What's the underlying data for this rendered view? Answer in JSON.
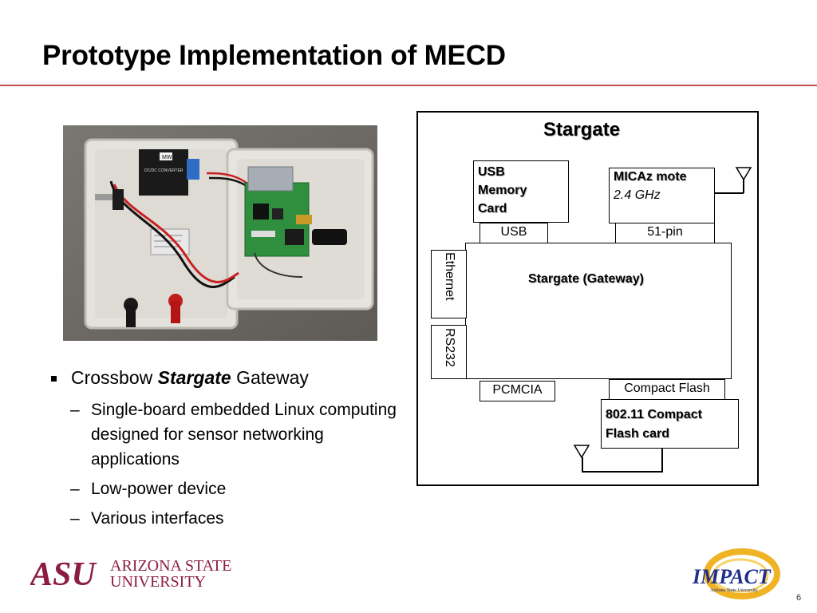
{
  "slide": {
    "title": "Prototype Implementation of MECD",
    "page_number": "6"
  },
  "bullets": {
    "main_prefix": "Crossbow ",
    "main_emphasis": "Stargate",
    "main_suffix": " Gateway",
    "subs": [
      "Single-board embedded Linux computing designed for sensor networking applications",
      "Low-power device",
      "Various interfaces"
    ],
    "dash": "–"
  },
  "diagram": {
    "title": "Stargate",
    "usb_card": "USB Memory Card",
    "micaz_line1": "MICAz mote",
    "micaz_line2": "2.4 GHz",
    "usb_port": "USB",
    "pin_port": "51-pin",
    "gateway": "Stargate (Gateway)",
    "ethernet": "Ethernet",
    "rs232": "RS232",
    "pcmcia": "PCMCIA",
    "compact_flash": "Compact Flash",
    "wifi_card": "802.11 Compact Flash card"
  },
  "photo": {
    "converter_label": "DC/DC CONVERTER",
    "converter_brand": "MW"
  },
  "footer": {
    "asu_logo_text": "ASU",
    "asu_name_line1": "ARIZONA STATE",
    "asu_name_line2": "UNIVERSITY",
    "impact_logo_text": "IMPACT",
    "impact_sub": "Arizona State University"
  },
  "colors": {
    "asu_maroon": "#8c1d40",
    "rule": "#c0504d",
    "impact_gold": "#f0b323",
    "impact_blue": "#1f2f8a"
  }
}
